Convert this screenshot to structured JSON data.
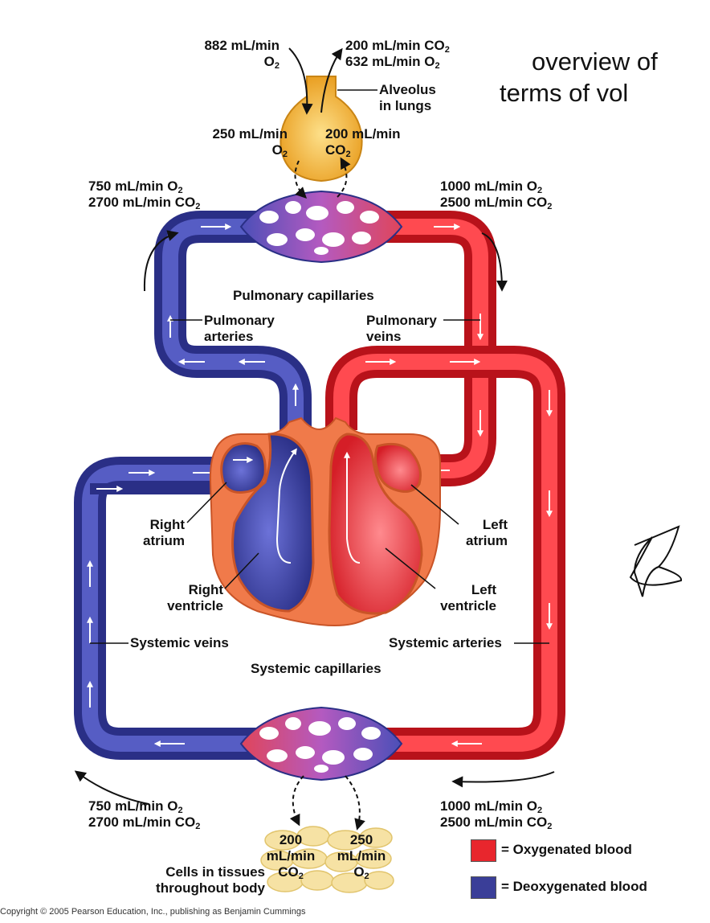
{
  "title_lines": [
    "overview of",
    "terms of vol"
  ],
  "labels": {
    "lung_in_rate": "882 mL/min",
    "lung_in_gas": "O",
    "lung_out_co2_rate": "200 mL/min CO",
    "lung_out_o2_rate": "632 mL/min O",
    "alveolus": [
      "Alveolus",
      "in lungs"
    ],
    "alv_o2_rate": "250 mL/min",
    "alv_o2_gas": "O",
    "alv_co2_rate": "200 mL/min",
    "alv_co2_gas": "CO",
    "pa_in_o2": "750 mL/min O",
    "pa_in_co2": "2700 mL/min CO",
    "pv_out_o2": "1000 mL/min O",
    "pv_out_co2": "2500 mL/min CO",
    "pulmonary_capillaries": "Pulmonary capillaries",
    "pulmonary_arteries": [
      "Pulmonary",
      "arteries"
    ],
    "pulmonary_veins": [
      "Pulmonary",
      "veins"
    ],
    "right_atrium": [
      "Right",
      "atrium"
    ],
    "right_ventricle": [
      "Right",
      "ventricle"
    ],
    "left_atrium": [
      "Left",
      "atrium"
    ],
    "left_ventricle": [
      "Left",
      "ventricle"
    ],
    "systemic_veins": "Systemic veins",
    "systemic_arteries": "Systemic arteries",
    "systemic_capillaries": "Systemic capillaries",
    "sv_o2": "750 mL/min O",
    "sv_co2": "2700 mL/min CO",
    "sa_o2": "1000 mL/min O",
    "sa_co2": "2500 mL/min CO",
    "tissue_co2": [
      "200",
      "mL/min",
      "CO"
    ],
    "tissue_o2": [
      "250",
      "mL/min",
      "O"
    ],
    "cells": [
      "Cells in tissues",
      "throughout body"
    ],
    "subscript_2": "2"
  },
  "legend": [
    {
      "label": "= Oxygenated blood",
      "color": "#e8262d"
    },
    {
      "label": "= Deoxygenated blood",
      "color": "#3a3e98"
    }
  ],
  "copyright": "Copyright © 2005 Pearson Education, Inc., publishing as Benjamin Cummings",
  "colors": {
    "oxygenated": "#e8262d",
    "deoxygenated": "#3a3e98",
    "heart": "#f07a4a",
    "alveolus": "#f5b43a",
    "capillary": "#b557b6"
  }
}
